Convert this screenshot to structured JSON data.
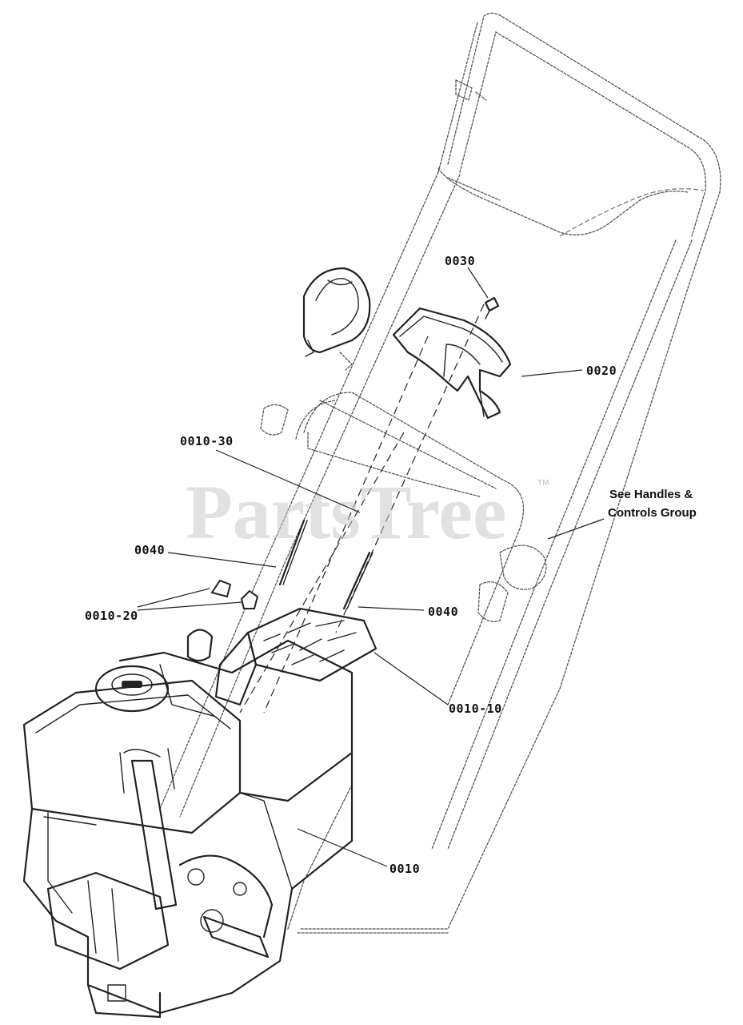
{
  "diagram": {
    "watermark": "PartsTree",
    "trademark": "TM",
    "reference_note": {
      "line1": "See Handles &",
      "line2": "Controls Group"
    },
    "callouts": [
      {
        "id": "c-0030",
        "label": "0030"
      },
      {
        "id": "c-0020",
        "label": "0020"
      },
      {
        "id": "c-0010-30",
        "label": "0010-30"
      },
      {
        "id": "c-0040-left",
        "label": "0040"
      },
      {
        "id": "c-0010-20",
        "label": "0010-20"
      },
      {
        "id": "c-0040-right",
        "label": "0040"
      },
      {
        "id": "c-0010-10",
        "label": "0010-10"
      },
      {
        "id": "c-0010",
        "label": "0010"
      }
    ]
  }
}
